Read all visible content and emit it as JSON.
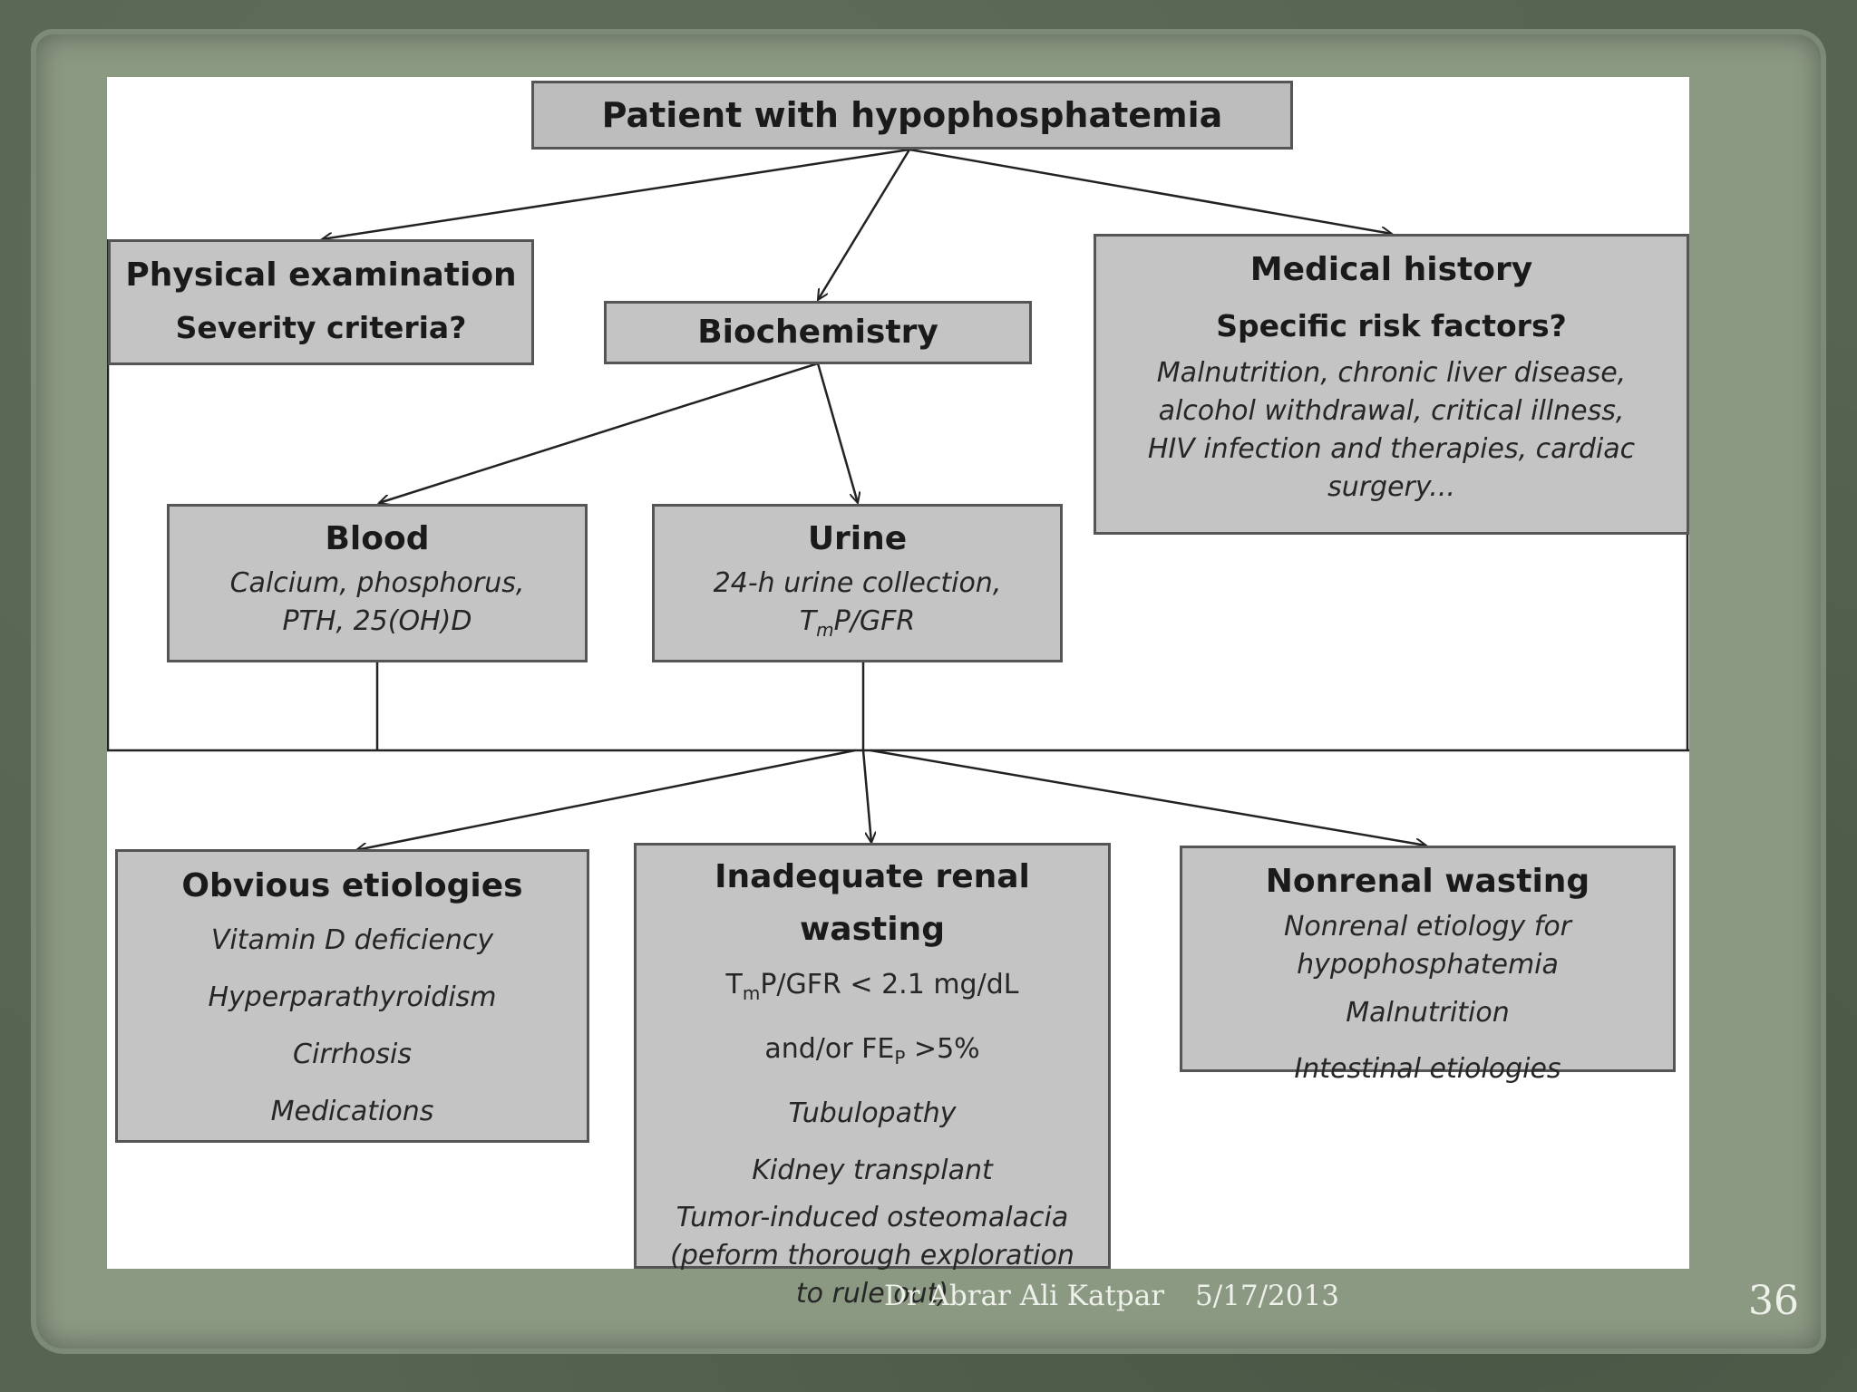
{
  "diagram": {
    "root": {
      "title": "Patient with hypophosphatemia"
    },
    "physical": {
      "title": "Physical examination",
      "subtitle": "Severity criteria?"
    },
    "biochemistry": {
      "title": "Biochemistry"
    },
    "history": {
      "title": "Medical history",
      "subtitle": "Specific risk factors?",
      "lines": [
        "Malnutrition, chronic liver disease,",
        "alcohol withdrawal, critical illness,",
        "HIV infection and therapies, cardiac",
        "surgery..."
      ]
    },
    "blood": {
      "title": "Blood",
      "lines": [
        "Calcium, phosphorus,",
        "PTH, 25(OH)D"
      ]
    },
    "urine": {
      "title": "Urine",
      "line1": "24-h urine collection,",
      "line2_pre": "T",
      "line2_sub": "m",
      "line2_post": "P/GFR"
    },
    "obvious": {
      "title": "Obvious etiologies",
      "items": [
        "Vitamin D deficiency",
        "Hyperparathyroidism",
        "Cirrhosis",
        "Medications"
      ]
    },
    "renal": {
      "title": "Inadequate renal wasting",
      "crit1_pre": "T",
      "crit1_sub": "m",
      "crit1_post": "P/GFR < 2.1 mg/dL",
      "crit2_pre": "and/or FE",
      "crit2_sub": "P",
      "crit2_post": " >5%",
      "items": [
        "Tubulopathy",
        "Kidney transplant"
      ],
      "tumor_lines": [
        "Tumor-induced osteomalacia",
        "(peform thorough exploration",
        "to rule out)"
      ]
    },
    "nonrenal": {
      "title": "Nonrenal wasting",
      "lines": [
        "Nonrenal etiology for",
        "hypophosphatemia"
      ],
      "items": [
        "Malnutrition",
        "Intestinal etiologies"
      ]
    }
  },
  "footer": {
    "author": "Dr Abrar Ali Katpar",
    "date": "5/17/2013",
    "page_number": "36"
  },
  "colors": {
    "box_fill": "#c4c4c4",
    "box_border": "#555555",
    "frame_green": "#566450"
  }
}
